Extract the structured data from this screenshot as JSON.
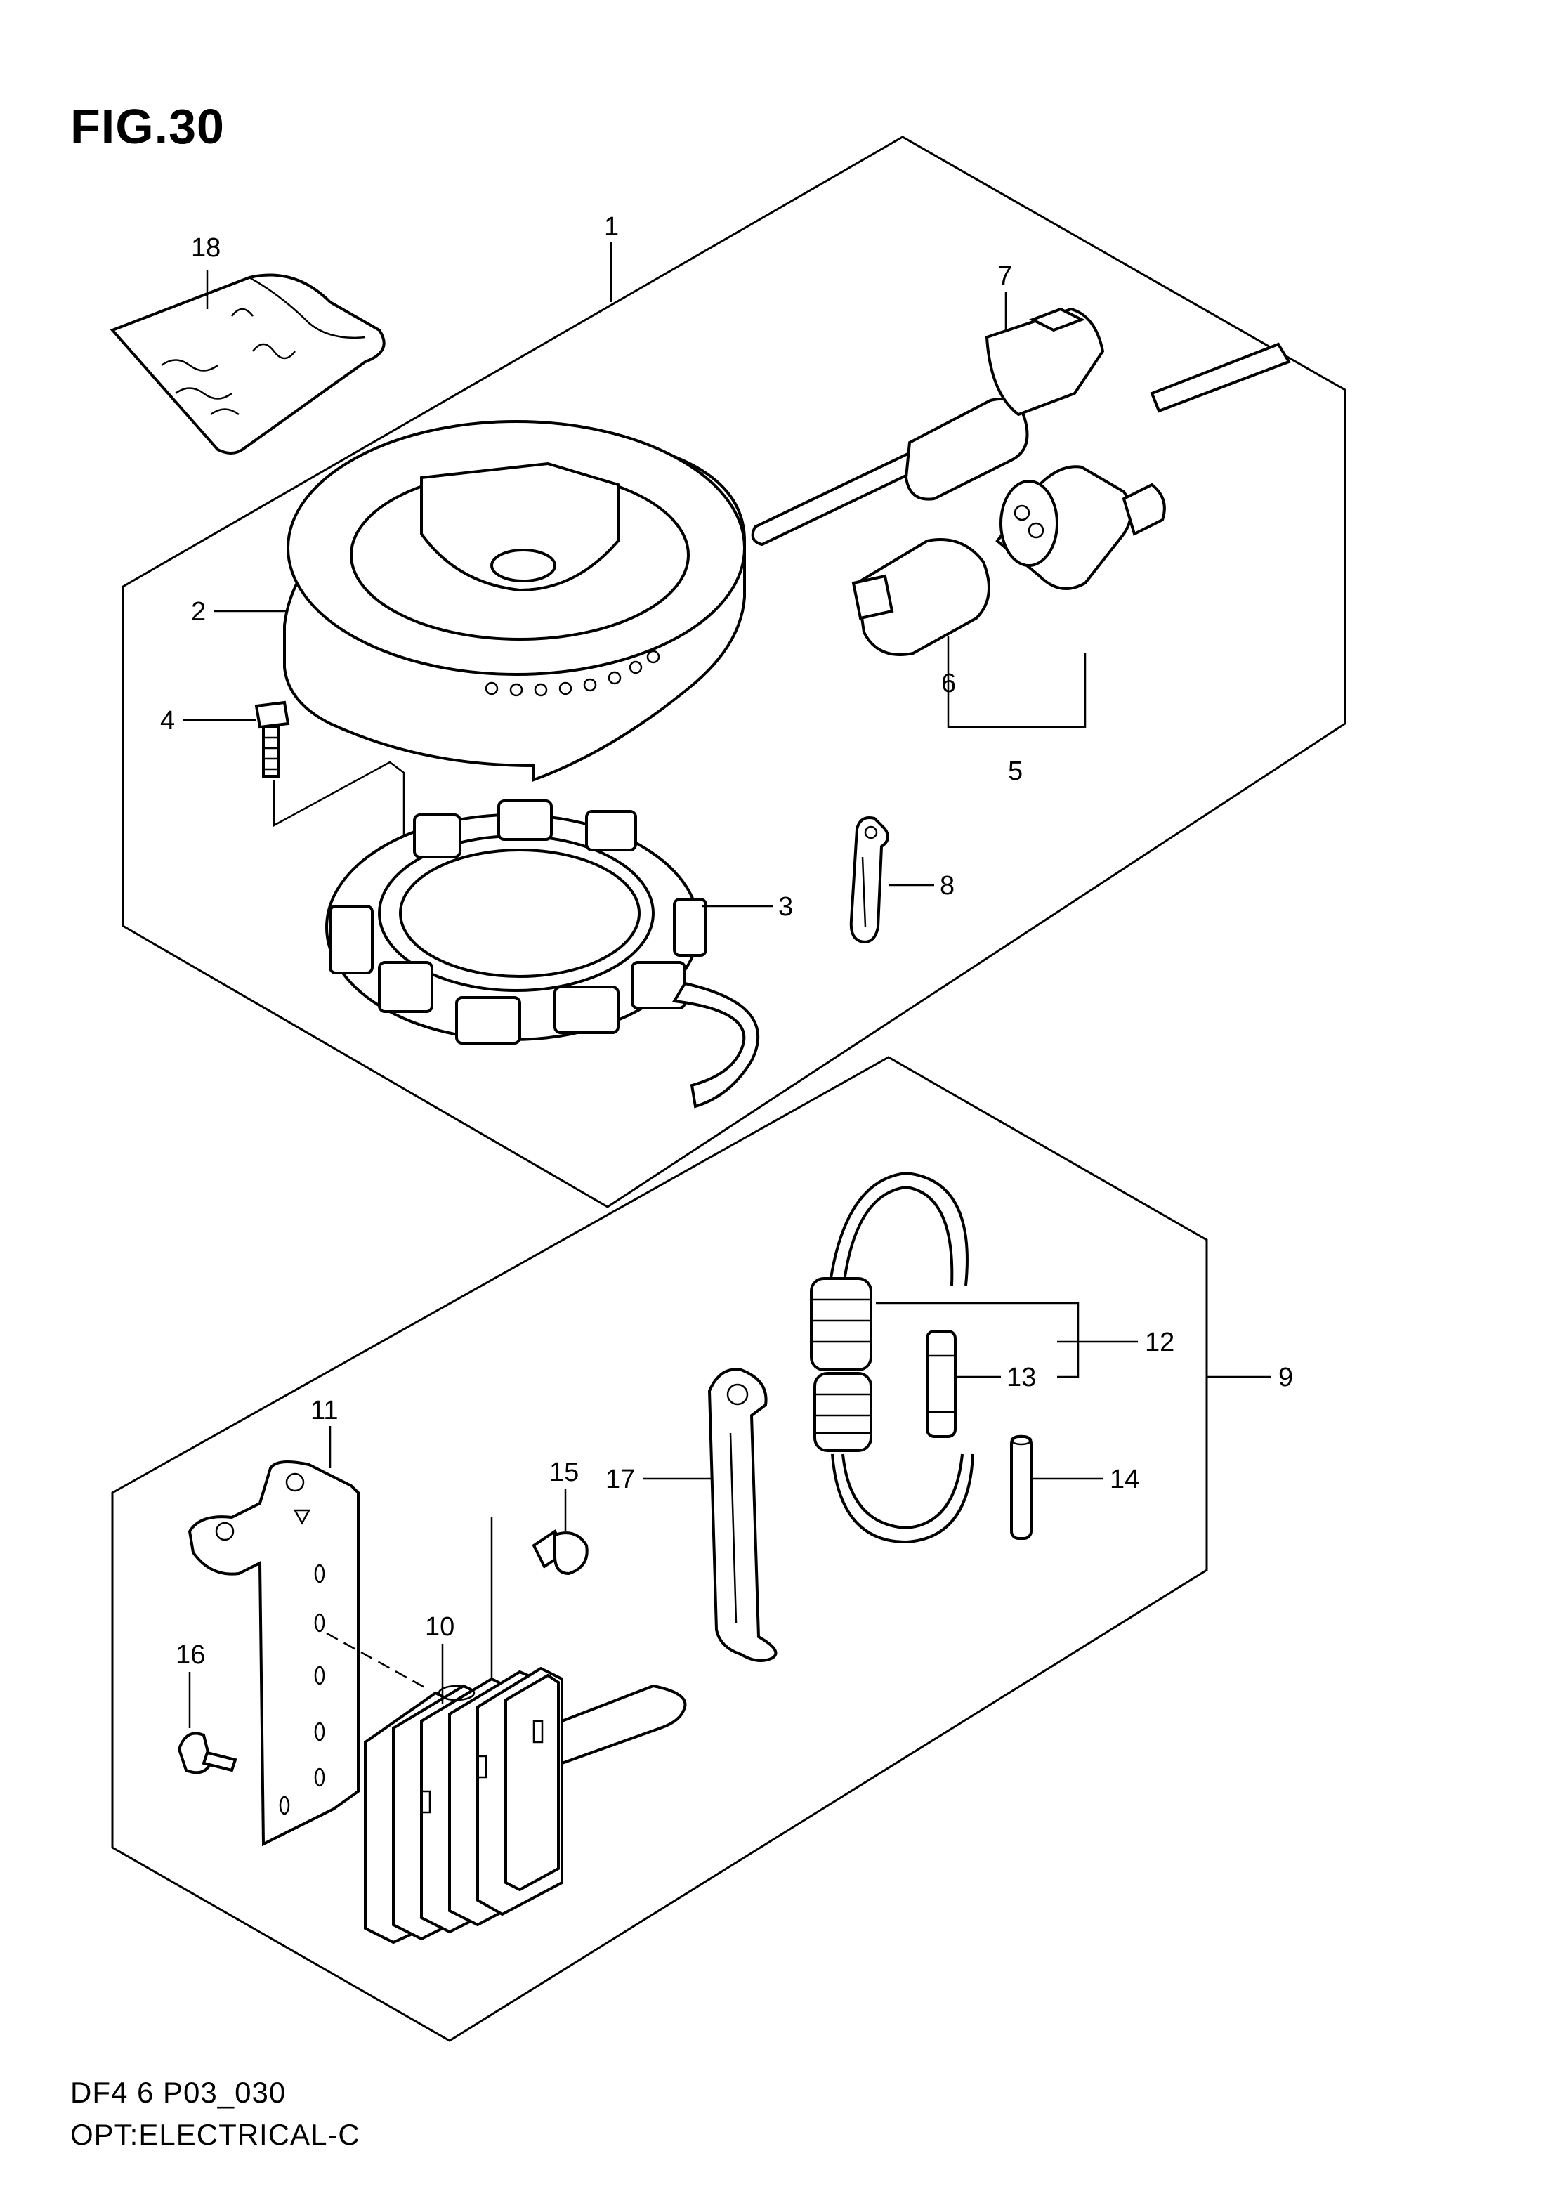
{
  "figure": {
    "title": "FIG.30",
    "model_code": "DF4 6 P03_030",
    "section_title": "OPT:ELECTRICAL-C"
  },
  "callouts": [
    {
      "id": "c1",
      "label": "1"
    },
    {
      "id": "c2",
      "label": "2"
    },
    {
      "id": "c3",
      "label": "3"
    },
    {
      "id": "c4",
      "label": "4"
    },
    {
      "id": "c5",
      "label": "5"
    },
    {
      "id": "c6",
      "label": "6"
    },
    {
      "id": "c7",
      "label": "7"
    },
    {
      "id": "c8",
      "label": "8"
    },
    {
      "id": "c9",
      "label": "9"
    },
    {
      "id": "c10",
      "label": "10"
    },
    {
      "id": "c11",
      "label": "11"
    },
    {
      "id": "c12",
      "label": "12"
    },
    {
      "id": "c13",
      "label": "13"
    },
    {
      "id": "c14",
      "label": "14"
    },
    {
      "id": "c15",
      "label": "15"
    },
    {
      "id": "c16",
      "label": "16"
    },
    {
      "id": "c17",
      "label": "17"
    },
    {
      "id": "c18",
      "label": "18"
    }
  ]
}
